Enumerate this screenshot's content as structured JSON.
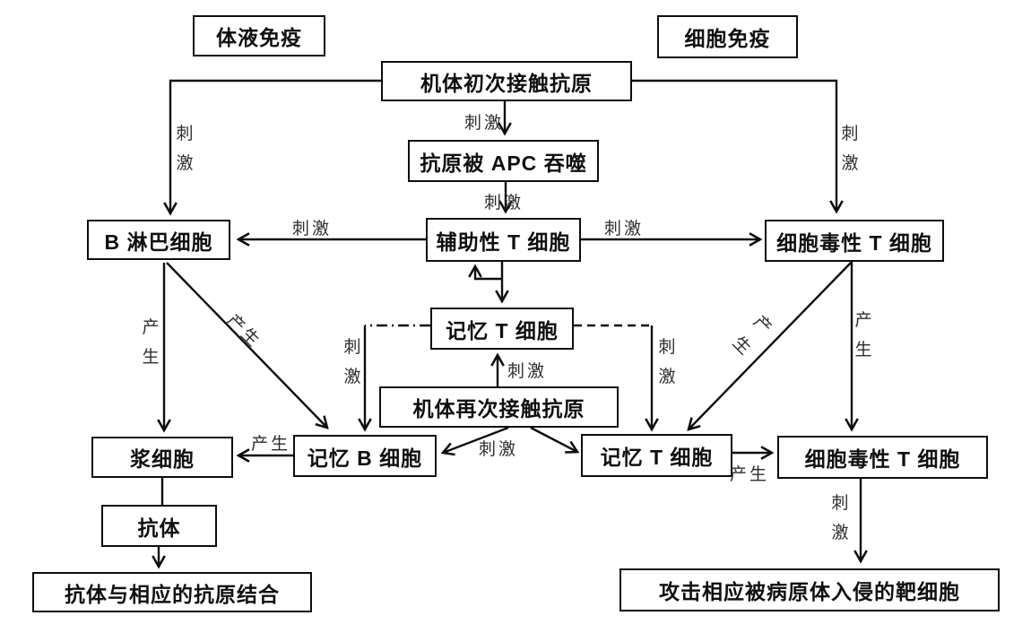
{
  "diagram": {
    "background_color": "#ffffff",
    "line_color": "#0d0d0d",
    "nodes": {
      "humoral": "体液免疫",
      "cellular": "细胞免疫",
      "first_contact": "机体初次接触抗原",
      "apc": "抗原被 APC 吞噬",
      "b_lymphocyte": "B 淋巴细胞",
      "helper_t": "辅助性 T 细胞",
      "cytotoxic_t": "细胞毒性 T 细胞",
      "memory_t_primary": "记忆 T 细胞",
      "second_contact": "机体再次接触抗原",
      "memory_b": "记忆 B 细胞",
      "plasma": "浆细胞",
      "memory_t_secondary": "记忆 T 细胞",
      "cytotoxic_t_secondary": "细胞毒性 T 细胞",
      "antibody": "抗体",
      "antibody_binding": "抗体与相应的抗原结合",
      "attack_target": "攻击相应被病原体入侵的靶细胞"
    },
    "edge_labels": {
      "stimulate": "刺激",
      "produce": "产生"
    }
  }
}
